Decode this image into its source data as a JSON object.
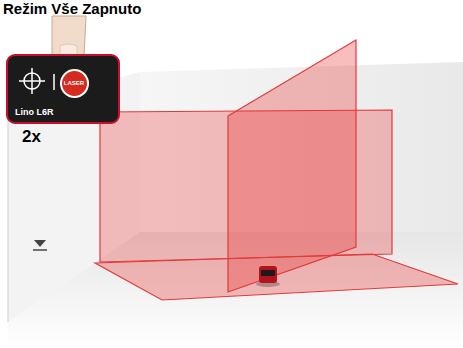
{
  "diagram": {
    "title": "Režim Vše Zapnuto",
    "nodes": [
      {
        "text": [
          "Lino L6R"
        ]
      },
      {
        "text": [
          "LASER"
        ],
        "in": 0
      }
    ],
    "labels": [
      "2x"
    ]
  }
}
